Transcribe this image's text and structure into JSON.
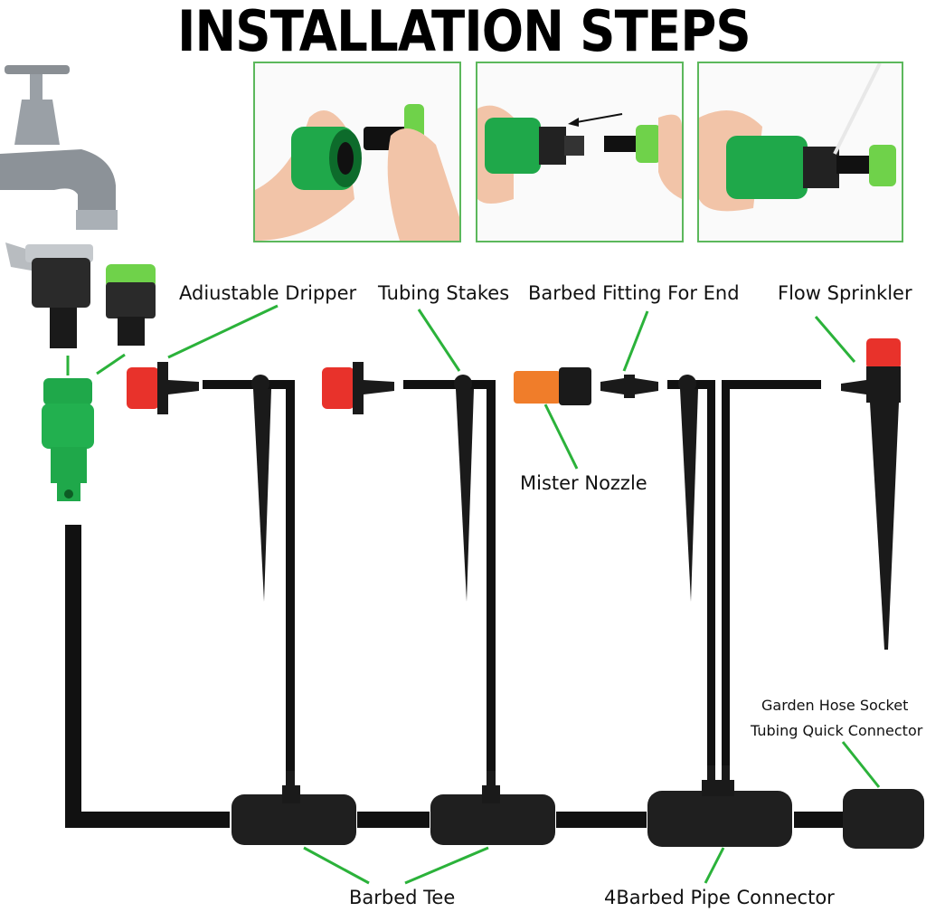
{
  "title": "INSTALLATION STEPS",
  "labels": {
    "adjustable_dripper": "Adiustable Dripper",
    "tubing_stakes": "Tubing Stakes",
    "barbed_fitting_end": "Barbed Fitting For End",
    "flow_sprinkler": "Flow Sprinkler",
    "mister_nozzle": "Mister Nozzle",
    "hose_socket_line1": "Garden Hose Socket",
    "hose_socket_line2": "Tubing Quick Connector",
    "barbed_tee": "Barbed Tee",
    "four_barbed_connector": "4Barbed Pipe Connector"
  },
  "colors": {
    "green_part": "#1fa84a",
    "light_green": "#6fd24a",
    "red_part": "#e8322b",
    "orange_part": "#f07d2a",
    "tube": "#111111",
    "leader_line": "#2bb23a",
    "photo_border": "#5cb85c"
  },
  "steps": [
    {
      "name": "step-1-photo"
    },
    {
      "name": "step-2-photo"
    },
    {
      "name": "step-3-photo"
    }
  ]
}
